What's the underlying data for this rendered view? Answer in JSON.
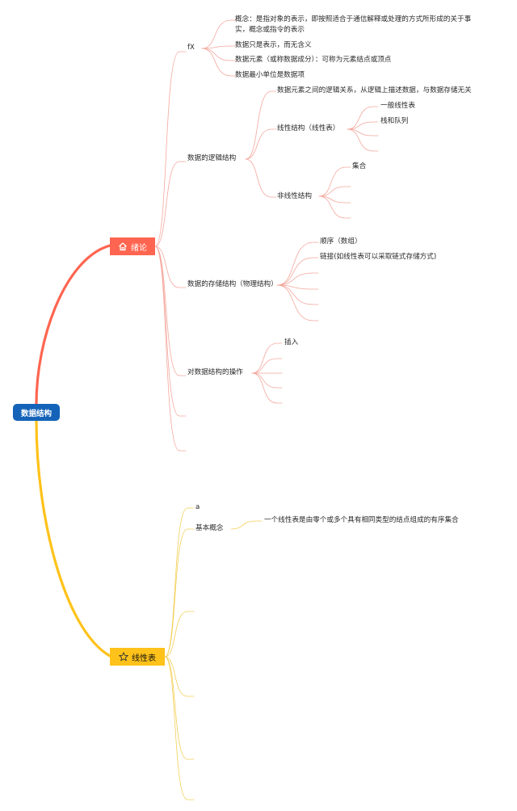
{
  "root": {
    "label": "数据结构",
    "color": "#1463b8"
  },
  "branches": [
    {
      "label": "绪论",
      "icon": "home-icon",
      "color": "#ff6550",
      "line_color": "#f4a79d",
      "children": [
        {
          "label": "fX",
          "children": [
            {
              "label": "概念：是指对象的表示，即按照适合于通信解释或处理的方式所形成的关于事实，概念或指令的表示"
            },
            {
              "label": "数据只是表示，而无含义"
            },
            {
              "label": "数据元素（或称数据成分）：可称为元素结点或顶点"
            },
            {
              "label": "数据最小单位是数据项"
            }
          ]
        },
        {
          "label": "数据的逻辑结构",
          "children": [
            {
              "label": "数据元素之间的逻辑关系，从逻辑上描述数据，与数据存储无关"
            },
            {
              "label": "线性结构（线性表）",
              "children": [
                {
                  "label": "一般线性表"
                },
                {
                  "label": "栈和队列"
                }
              ]
            },
            {
              "label": "非线性结构",
              "children": [
                {
                  "label": "集合"
                }
              ]
            }
          ]
        },
        {
          "label": "数据的存储结构（物理结构）",
          "children": [
            {
              "label": "顺序（数组）"
            },
            {
              "label": "链接(如线性表可以采取链式存储方式)"
            }
          ]
        },
        {
          "label": "对数据结构的操作",
          "children": [
            {
              "label": "插入"
            }
          ]
        }
      ]
    },
    {
      "label": "线性表",
      "icon": "star-icon",
      "color": "#ffc21a",
      "line_color": "#f3cf57",
      "children": [
        {
          "label": "a"
        },
        {
          "label": "基本概念",
          "children": [
            {
              "label": "一个线性表是由零个或多个具有相同类型的结点组成的有序集合"
            }
          ]
        }
      ]
    }
  ]
}
